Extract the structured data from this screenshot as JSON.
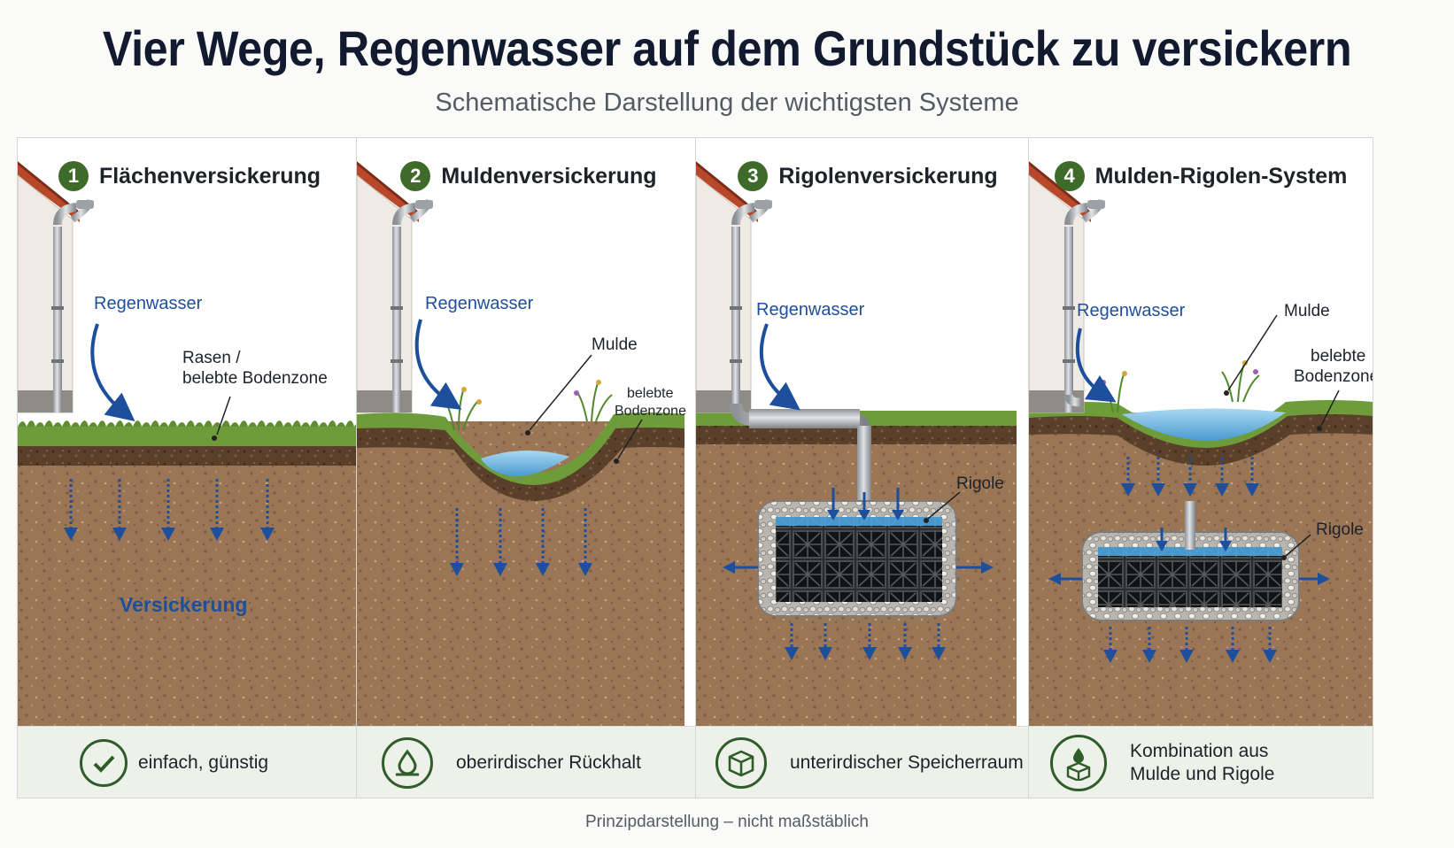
{
  "header": {
    "title": "Vier Wege, Regenwasser auf dem Grundstück zu versickern",
    "subtitle": "Schematische Darstellung der wichtigsten Systeme"
  },
  "footer": {
    "note": "Prinzipdarstellung – nicht maßstäblich"
  },
  "colors": {
    "accent_green": "#3f6b2a",
    "water_blue": "#1d4f9c",
    "soil_brown": "#8b6a48"
  },
  "panels": [
    {
      "number": "1",
      "title": "Flächenversickerung",
      "labels": {
        "rain": "Regenwasser",
        "zone_1": "Rasen /",
        "zone_2": "belebte Bodenzone",
        "infiltration": "Versickerung"
      },
      "bottom_icon": "checkmark-icon",
      "bottom_text": "einfach, günstig"
    },
    {
      "number": "2",
      "title": "Muldenversickerung",
      "labels": {
        "rain": "Regenwasser",
        "swale": "Mulde",
        "zone_1": "belebte",
        "zone_2": "Bodenzone"
      },
      "bottom_icon": "water-drop-icon",
      "bottom_text": "oberirdischer Rückhalt"
    },
    {
      "number": "3",
      "title": "Rigolenversickerung",
      "labels": {
        "rain": "Regenwasser",
        "trench": "Rigole"
      },
      "bottom_icon": "storage-cube-icon",
      "bottom_text": "unterirdischer Speicherraum"
    },
    {
      "number": "4",
      "title": "Mulden-Rigolen-System",
      "labels": {
        "rain": "Regenwasser",
        "swale": "Mulde",
        "zone_1": "belebte",
        "zone_2": "Bodenzone",
        "trench": "Rigole"
      },
      "bottom_icon": "drop-cube-icon",
      "bottom_text_1": "Kombination aus",
      "bottom_text_2": "Mulde und Rigole"
    }
  ]
}
